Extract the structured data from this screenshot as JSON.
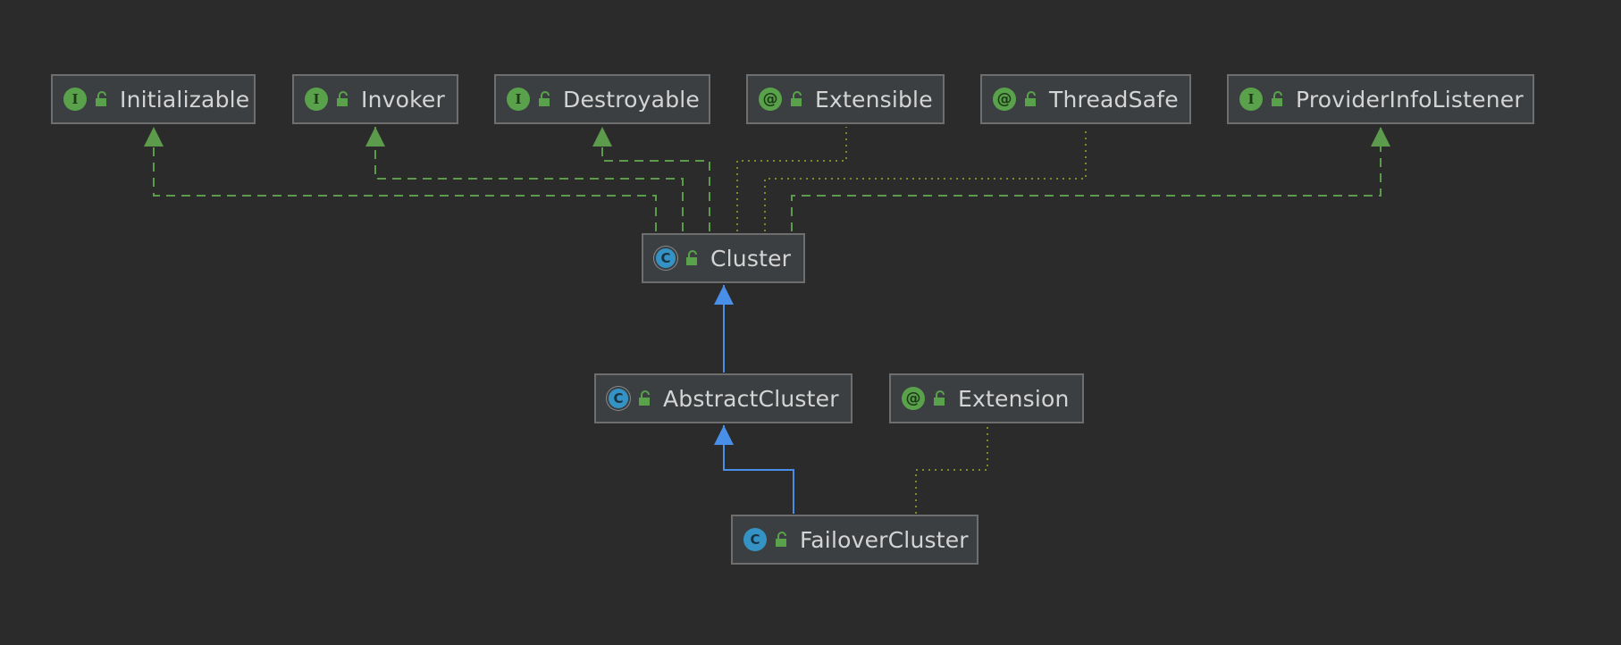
{
  "nodes": [
    {
      "id": "initializable",
      "label": "Initializable",
      "kind": "interface",
      "badge": "I"
    },
    {
      "id": "invoker",
      "label": "Invoker",
      "kind": "interface",
      "badge": "I"
    },
    {
      "id": "destroyable",
      "label": "Destroyable",
      "kind": "interface",
      "badge": "I"
    },
    {
      "id": "extensible",
      "label": "Extensible",
      "kind": "annotation",
      "badge": "@"
    },
    {
      "id": "threadsafe",
      "label": "ThreadSafe",
      "kind": "annotation",
      "badge": "@"
    },
    {
      "id": "providerinfolistener",
      "label": "ProviderInfoListener",
      "kind": "interface",
      "badge": "I"
    },
    {
      "id": "cluster",
      "label": "Cluster",
      "kind": "abstract",
      "badge": "C"
    },
    {
      "id": "abstractcluster",
      "label": "AbstractCluster",
      "kind": "abstract",
      "badge": "C"
    },
    {
      "id": "extension",
      "label": "Extension",
      "kind": "annotation",
      "badge": "@"
    },
    {
      "id": "failovercluster",
      "label": "FailoverCluster",
      "kind": "class",
      "badge": "C"
    }
  ],
  "edges": [
    {
      "from": "cluster",
      "to": "initializable",
      "type": "implements"
    },
    {
      "from": "cluster",
      "to": "invoker",
      "type": "implements"
    },
    {
      "from": "cluster",
      "to": "destroyable",
      "type": "implements"
    },
    {
      "from": "cluster",
      "to": "extensible",
      "type": "annotated"
    },
    {
      "from": "cluster",
      "to": "threadsafe",
      "type": "annotated"
    },
    {
      "from": "cluster",
      "to": "providerinfolistener",
      "type": "implements"
    },
    {
      "from": "abstractcluster",
      "to": "cluster",
      "type": "extends"
    },
    {
      "from": "failovercluster",
      "to": "abstractcluster",
      "type": "extends"
    },
    {
      "from": "failovercluster",
      "to": "extension",
      "type": "annotated"
    }
  ],
  "colors": {
    "background": "#2b2b2b",
    "node_fill": "#3c3f41",
    "node_border": "#6e6e6e",
    "implements": "#5c9a4c",
    "extends": "#4a8fe7",
    "annotated": "#7c8a2a",
    "text": "#d4d4d4"
  }
}
